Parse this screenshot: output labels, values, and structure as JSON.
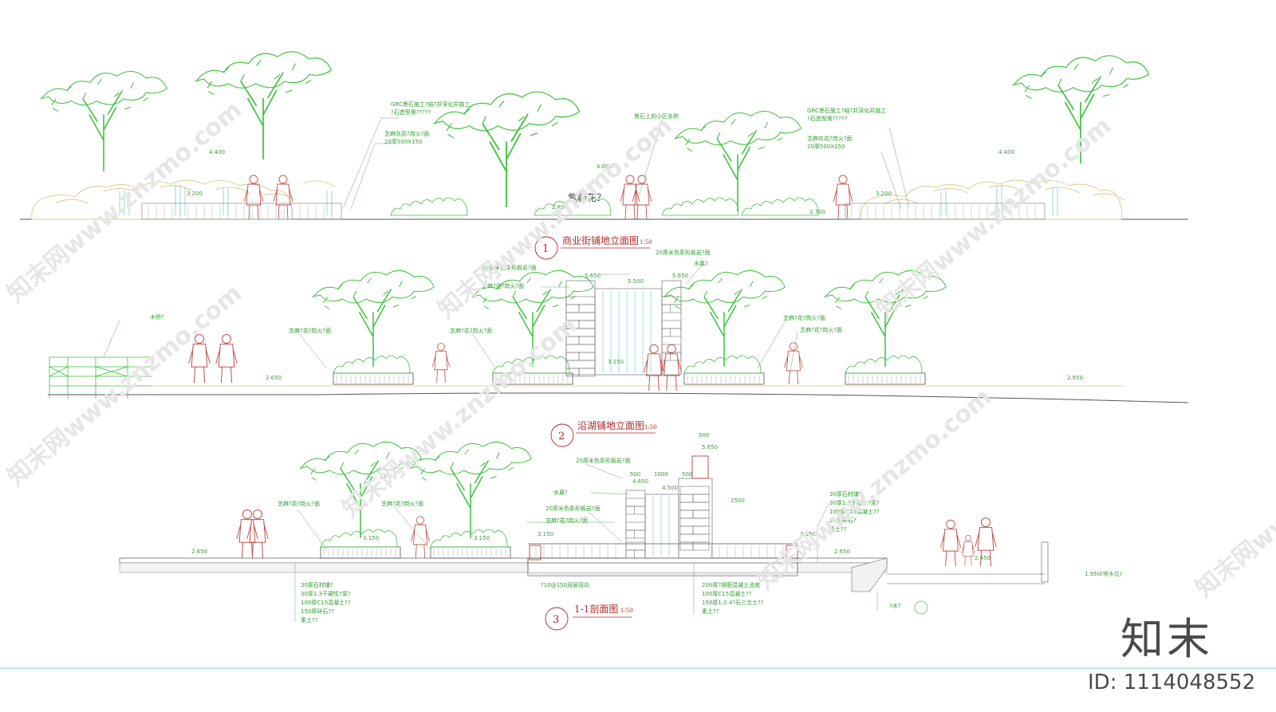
{
  "drawings": [
    {
      "number": "1",
      "title": "商业街铺地立面图",
      "scale": "1:50",
      "annotation": "紫薇花？",
      "labels": [
        "GRC景石施工?结?并深化并施工",
        "?石造型需?????",
        "芝麻灰花?岗火?面",
        "20厚500X150",
        "景石上刻小区名称",
        "GRC景石施工?结?并深化并施工",
        "?石造型需?????",
        "芝麻灰花?岗火?面",
        "20厚500X150"
      ],
      "dims": [
        "4.400",
        "3.200",
        "4.000",
        "2.850",
        "2.700",
        "3.200",
        "4.400"
      ]
    },
    {
      "number": "2",
      "title": "沿湖铺地立面图",
      "scale": "1:50",
      "labels": [
        "木桥?",
        "20厚米色条形板岩?面",
        "20厚米色条形板岩?面",
        "芝麻?花?岗火?面",
        "水幕?",
        "芝麻?花?岗火?面",
        "芝麻?花?岗火?面",
        "芝麻?花?岗火?面",
        "芝麻?花?岗火?面"
      ],
      "dims": [
        "5.650",
        "5.500",
        "5.650",
        "3.150",
        "2.650",
        "2.650"
      ]
    },
    {
      "number": "3",
      "title": "1-1剖面图",
      "scale": "1:50",
      "labels_top": [
        "20厚米色条形板岩?面",
        "水幕?",
        "20厚米色条形板岩?面",
        "芝麻?花?岗火?面",
        "芝麻?花?岗火?面",
        "芝麻?花?岗火?面"
      ],
      "layers_left": [
        "30厚石材铺?",
        "30厚1:3干硬性?浆?",
        "100厚C15混凝土??",
        "150厚碎石??",
        "素土??"
      ],
      "layers_mid": [
        "?10@150双层双向",
        "200厚?钢筋混凝土池底",
        "100厚C15混凝土??",
        "150厚1:2:4?石三合土??",
        "素土??"
      ],
      "layers_right": [
        "30厚石材铺?",
        "30厚1:3干硬性?浆?",
        "100厚C15混凝土??",
        "20厚碎石?",
        "素土??"
      ],
      "dims": [
        "500",
        "5.650",
        "500",
        "1000",
        "500",
        "4.650",
        "4.500",
        "2500",
        "3.150",
        "3.150",
        "3.150",
        "3.150",
        "2.650",
        "2.650",
        "2.450",
        "1.950(常水位)"
      ],
      "bottom_note": "?水?"
    }
  ],
  "watermark": {
    "brand": "知末",
    "id_text": "ID: 1114048552",
    "site_text": "知末网www.znzmo.com"
  },
  "colors": {
    "vegetation": "#3cc23c",
    "line_dark": "#555555",
    "title": "#b02828",
    "stone": "#d9c98a",
    "water": "#6fc7c7",
    "person": "#c0504d"
  }
}
